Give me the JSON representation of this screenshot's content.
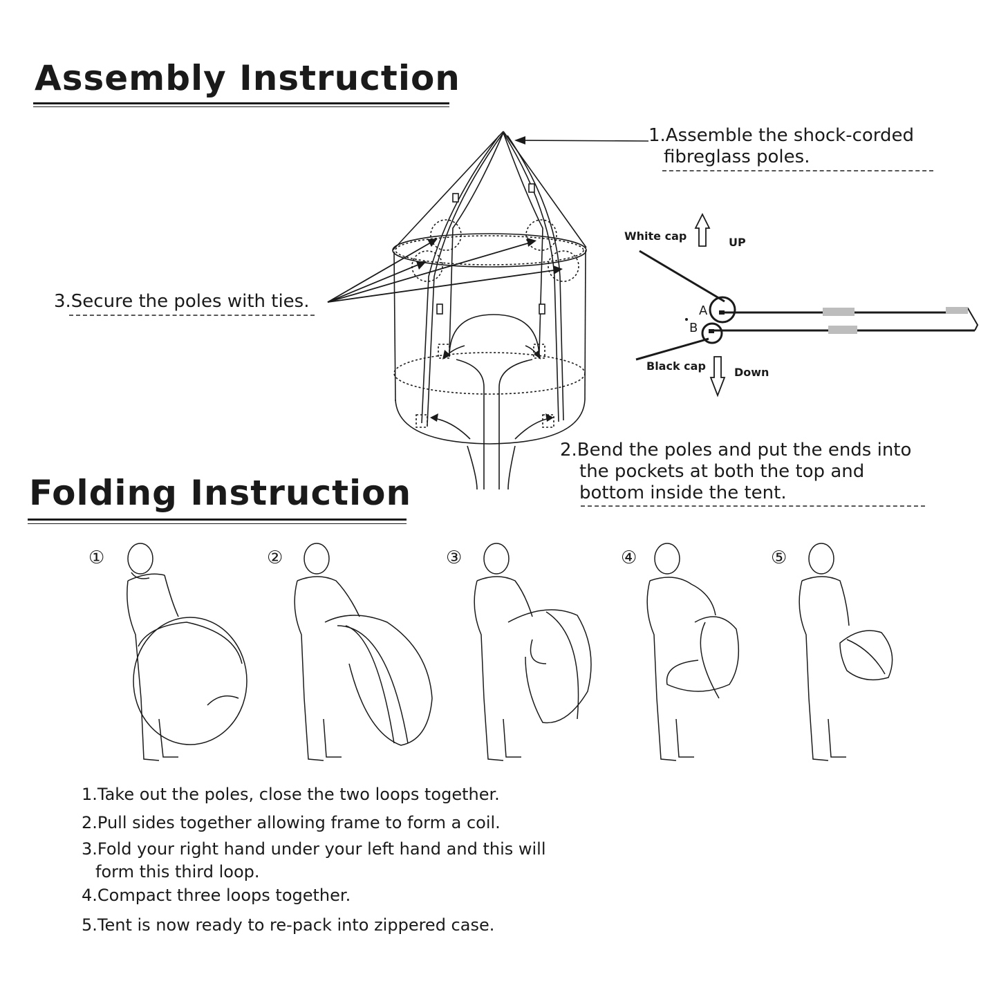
{
  "assembly": {
    "title": "Assembly Instruction",
    "step1": [
      "1.Assemble the shock-corded",
      "fibreglass poles."
    ],
    "step2": [
      "2.Bend the poles and put the ends into",
      "the pockets at both the top and",
      "bottom inside the tent."
    ],
    "step3": "3.Secure the poles with ties.",
    "cap_diagram": {
      "white_cap": "White cap",
      "up": "UP",
      "black_cap": "Black cap",
      "down": "Down",
      "label_a": "A",
      "label_b": "B"
    }
  },
  "folding": {
    "title": "Folding Instruction",
    "figure_numbers": [
      "①",
      "②",
      "③",
      "④",
      "⑤"
    ],
    "steps": [
      "1.Take out the poles, close the two loops together.",
      "2.Pull sides together allowing frame to form a coil.",
      "3.Fold your right hand under your left hand and this will",
      "form this third loop.",
      "4.Compact three loops together.",
      "5.Tent is now ready to re-pack into zippered case."
    ]
  }
}
